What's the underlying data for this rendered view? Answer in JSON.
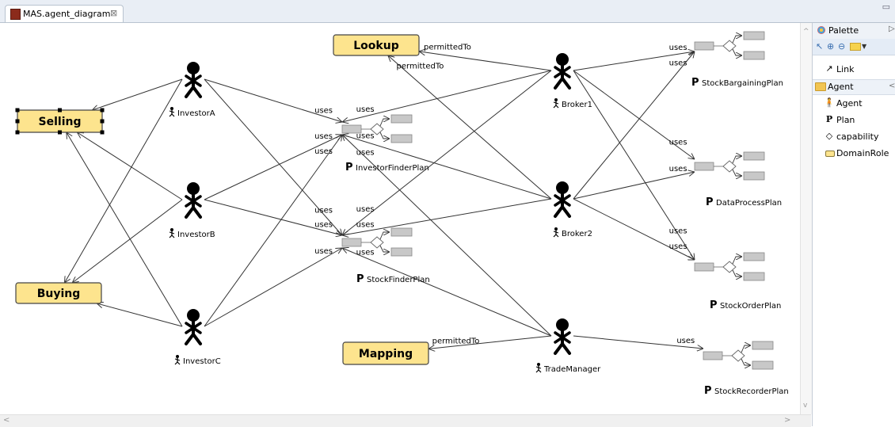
{
  "editor_tab": {
    "title": "MAS.agent_diagram",
    "close_glyph": "⊠"
  },
  "window_controls": {
    "minimize": "▭"
  },
  "palette": {
    "title": "Palette",
    "collapse_glyph": "▷",
    "tools": [
      "select-icon",
      "zoom-in-icon",
      "zoom-out-icon",
      "note-icon"
    ],
    "link_label": "Link",
    "drawer_label": "Agent",
    "items": [
      {
        "icon": "agent-icon",
        "label": "Agent"
      },
      {
        "icon": "plan-icon",
        "label": "Plan"
      },
      {
        "icon": "capability-icon",
        "label": "capability"
      },
      {
        "icon": "domainrole-icon",
        "label": "DomainRole"
      }
    ]
  },
  "diagram": {
    "domain_roles": [
      {
        "id": "lookup",
        "label": "Lookup"
      },
      {
        "id": "selling",
        "label": "Selling"
      },
      {
        "id": "buying",
        "label": "Buying"
      },
      {
        "id": "mapping",
        "label": "Mapping"
      }
    ],
    "agents": [
      {
        "id": "investorA",
        "label": "InvestorA"
      },
      {
        "id": "investorB",
        "label": "InvestorB"
      },
      {
        "id": "investorC",
        "label": "InvestorC"
      },
      {
        "id": "broker1",
        "label": "Broker1"
      },
      {
        "id": "broker2",
        "label": "Broker2"
      },
      {
        "id": "tradeManager",
        "label": "TradeManager"
      }
    ],
    "plans": [
      {
        "id": "investorFinder",
        "label": "InvestorFinderPlan"
      },
      {
        "id": "stockFinder",
        "label": "StockFinderPlan"
      },
      {
        "id": "stockBargaining",
        "label": "StockBargainingPlan"
      },
      {
        "id": "dataProcess",
        "label": "DataProcessPlan"
      },
      {
        "id": "stockOrder",
        "label": "StockOrderPlan"
      },
      {
        "id": "stockRecorder",
        "label": "StockRecorderPlan"
      }
    ],
    "plan_glyph": "P",
    "links": [
      {
        "from": "investorA",
        "to": "selling",
        "label": ""
      },
      {
        "from": "investorA",
        "to": "buying",
        "label": ""
      },
      {
        "from": "investorA",
        "to": "investorFinder",
        "label": "uses"
      },
      {
        "from": "investorA",
        "to": "stockFinder",
        "label": "uses"
      },
      {
        "from": "investorB",
        "to": "selling",
        "label": ""
      },
      {
        "from": "investorB",
        "to": "buying",
        "label": ""
      },
      {
        "from": "investorB",
        "to": "investorFinder",
        "label": "uses"
      },
      {
        "from": "investorB",
        "to": "stockFinder",
        "label": "uses"
      },
      {
        "from": "investorC",
        "to": "selling",
        "label": ""
      },
      {
        "from": "investorC",
        "to": "buying",
        "label": ""
      },
      {
        "from": "investorC",
        "to": "investorFinder",
        "label": "uses"
      },
      {
        "from": "investorC",
        "to": "stockFinder",
        "label": "uses"
      },
      {
        "from": "broker1",
        "to": "lookup",
        "label": "permittedTo"
      },
      {
        "from": "broker1",
        "to": "investorFinder",
        "label": "uses"
      },
      {
        "from": "broker1",
        "to": "stockFinder",
        "label": "uses"
      },
      {
        "from": "broker1",
        "to": "stockBargaining",
        "label": "uses"
      },
      {
        "from": "broker1",
        "to": "dataProcess",
        "label": "uses"
      },
      {
        "from": "broker1",
        "to": "stockOrder",
        "label": "uses"
      },
      {
        "from": "broker2",
        "to": "lookup",
        "label": "permittedTo"
      },
      {
        "from": "broker2",
        "to": "investorFinder",
        "label": "uses"
      },
      {
        "from": "broker2",
        "to": "stockFinder",
        "label": "uses"
      },
      {
        "from": "broker2",
        "to": "stockBargaining",
        "label": "uses"
      },
      {
        "from": "broker2",
        "to": "dataProcess",
        "label": "uses"
      },
      {
        "from": "broker2",
        "to": "stockOrder",
        "label": "uses"
      },
      {
        "from": "tradeManager",
        "to": "mapping",
        "label": "permittedTo"
      },
      {
        "from": "tradeManager",
        "to": "investorFinder",
        "label": "uses"
      },
      {
        "from": "tradeManager",
        "to": "stockFinder",
        "label": "uses"
      },
      {
        "from": "tradeManager",
        "to": "stockRecorder",
        "label": "uses"
      }
    ],
    "colors": {
      "role_fill": "#fde48e",
      "role_border": "#444444",
      "plan_box": "#c8c8c8",
      "line": "#333333"
    }
  }
}
